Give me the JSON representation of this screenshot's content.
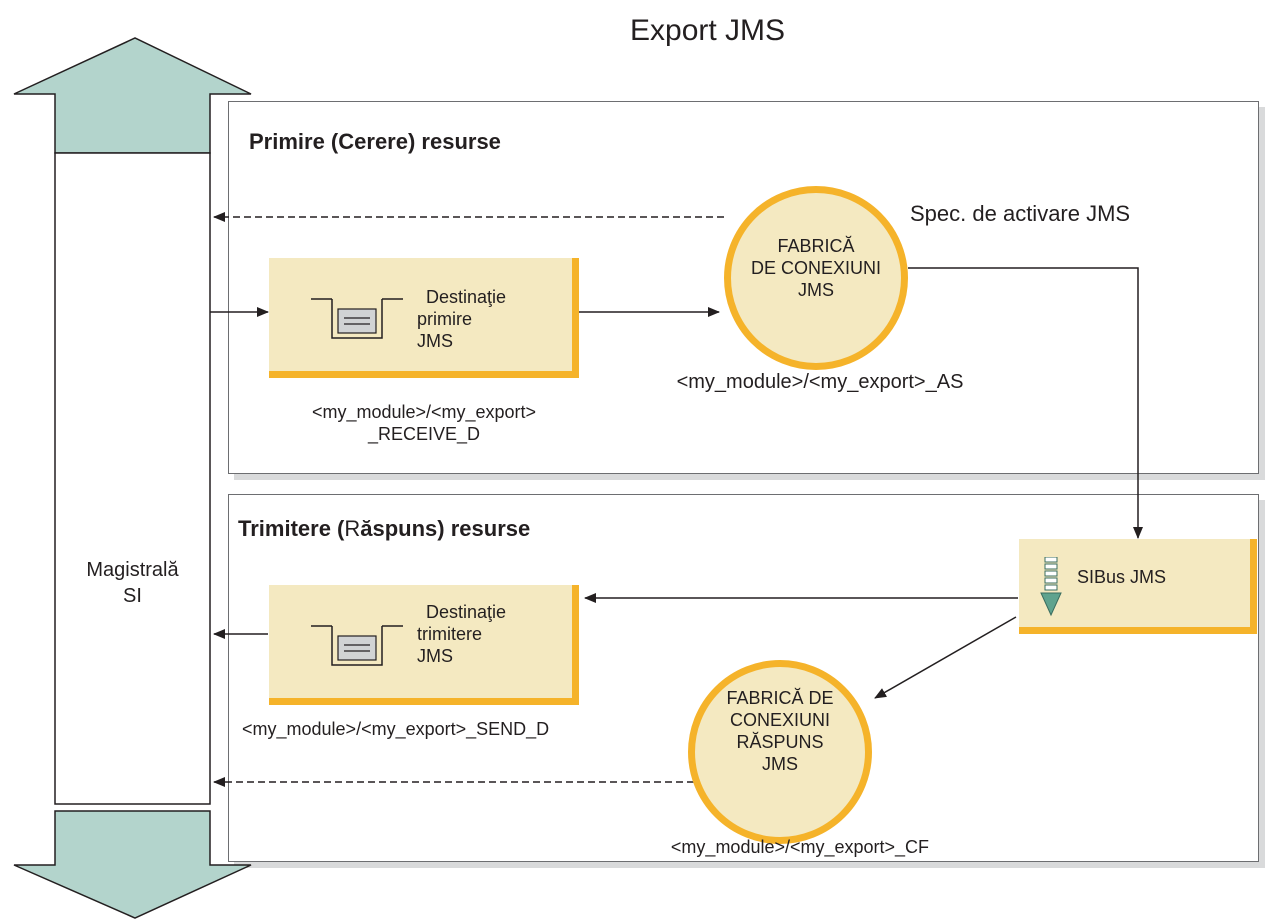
{
  "title": "Export JMS",
  "bus": {
    "label_line1": "Magistrală",
    "label_line2": "SI"
  },
  "receive": {
    "section_title": "Primire (Cerere) resurse",
    "activation_spec_label": "Spec. de activare JMS",
    "destination": {
      "line1": "Destinaţie",
      "line2": "primire",
      "line3": "JMS",
      "name_line1": "<my_module>/<my_export>",
      "name_line2": "_RECEIVE_D"
    },
    "factory": {
      "line1": "FABRICĂ",
      "line2": "DE CONEXIUNI",
      "line3": "JMS",
      "name": "<my_module>/<my_export>_AS"
    }
  },
  "send": {
    "section_title_part1": "Trimitere (",
    "section_title_part2": "R",
    "section_title_part3": "ăspuns) resurse",
    "destination": {
      "line1": "Destinaţie",
      "line2": "trimitere",
      "line3": "JMS",
      "name": "<my_module>/<my_export>_SEND_D"
    },
    "factory": {
      "line1": "FABRICĂ DE",
      "line2": "CONEXIUNI",
      "line3": "RĂSPUNS",
      "line4": "JMS",
      "name": "<my_module>/<my_export>_CF"
    },
    "sibus_label": "SIBus JMS"
  },
  "colors": {
    "bus_arrow_fill": "#b3d4cc",
    "box_fill": "#f4e9c1",
    "box_accent": "#f5b32a",
    "sibus_arrow": "#5fa38e",
    "line": "#231f20",
    "panel_border": "#6d6e71"
  },
  "icons": {
    "queue": "queue-icon",
    "sibus": "sibus-arrow-icon"
  }
}
